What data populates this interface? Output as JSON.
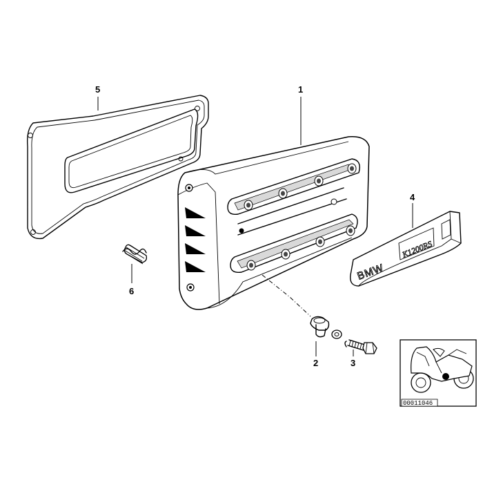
{
  "callouts": {
    "part1": "1",
    "part2": "2",
    "part3": "3",
    "part4": "4",
    "part5": "5",
    "part6": "6"
  },
  "emblem": {
    "brand": "BMW",
    "model": "K1200RS"
  },
  "reference": {
    "code": "00011046"
  }
}
